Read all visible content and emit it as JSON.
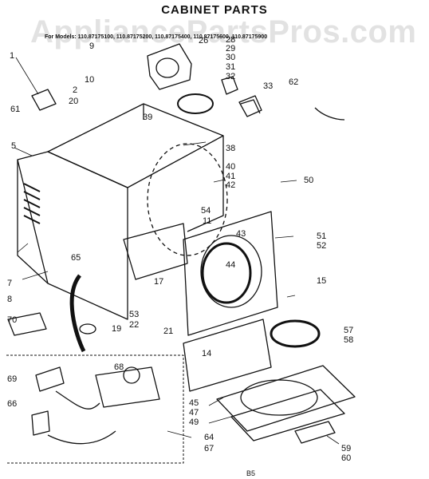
{
  "watermark": "AppliancePartsPros.com",
  "title": "CABINET PARTS",
  "models_line": "For Models: 110.87175100, 110.87175200, 110.87175400, 110.87175600, 110.87175900",
  "footer_code": "B5",
  "colors": {
    "ink": "#111111",
    "paper": "#ffffff",
    "watermark": "#999999"
  },
  "part_numbers": [
    "1",
    "2",
    "5",
    "7",
    "8",
    "9",
    "10",
    "11",
    "14",
    "15",
    "17",
    "19",
    "20",
    "21",
    "22",
    "26",
    "28",
    "29",
    "30",
    "31",
    "32",
    "33",
    "38",
    "39",
    "40",
    "41",
    "42",
    "43",
    "44",
    "45",
    "47",
    "49",
    "50",
    "51",
    "52",
    "53",
    "54",
    "57",
    "58",
    "59",
    "60",
    "61",
    "62",
    "64",
    "65",
    "66",
    "67",
    "68",
    "69",
    "70"
  ]
}
